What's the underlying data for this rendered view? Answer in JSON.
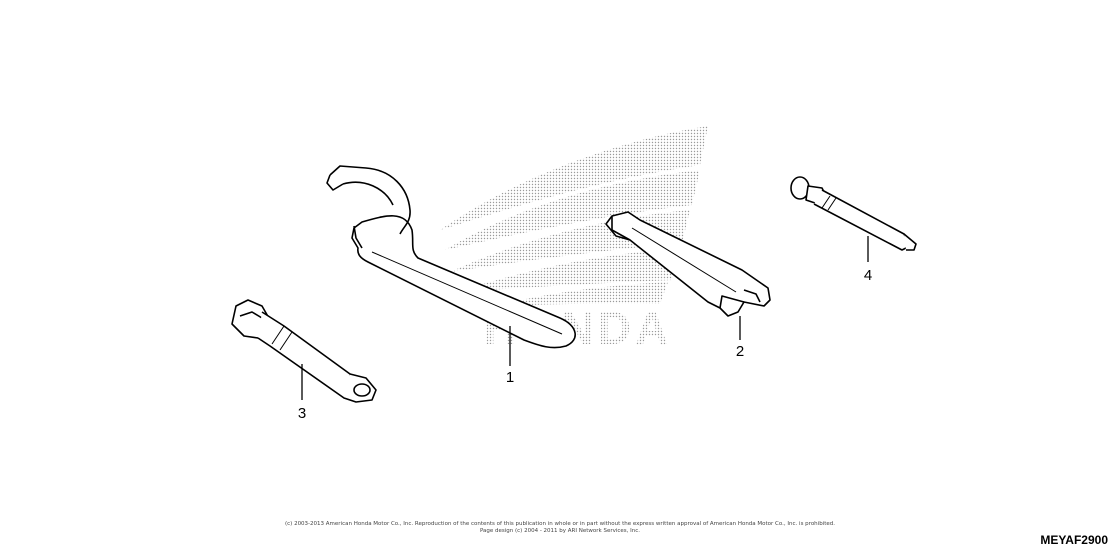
{
  "callouts": [
    {
      "number": "1"
    },
    {
      "number": "2"
    },
    {
      "number": "3"
    },
    {
      "number": "4"
    }
  ],
  "watermark": {
    "text": "HONDA",
    "color": "#9a9a9a"
  },
  "copyright": {
    "line1": "(c) 2003-2013 American Honda Motor Co., Inc. Reproduction of the contents of this publication in whole or in part without the express written approval of American Honda Motor Co., Inc. is prohibited.",
    "line2": "Page design (c) 2004 - 2011 by ARI Network Services, Inc."
  },
  "diagram_code": "MEYAF2900"
}
